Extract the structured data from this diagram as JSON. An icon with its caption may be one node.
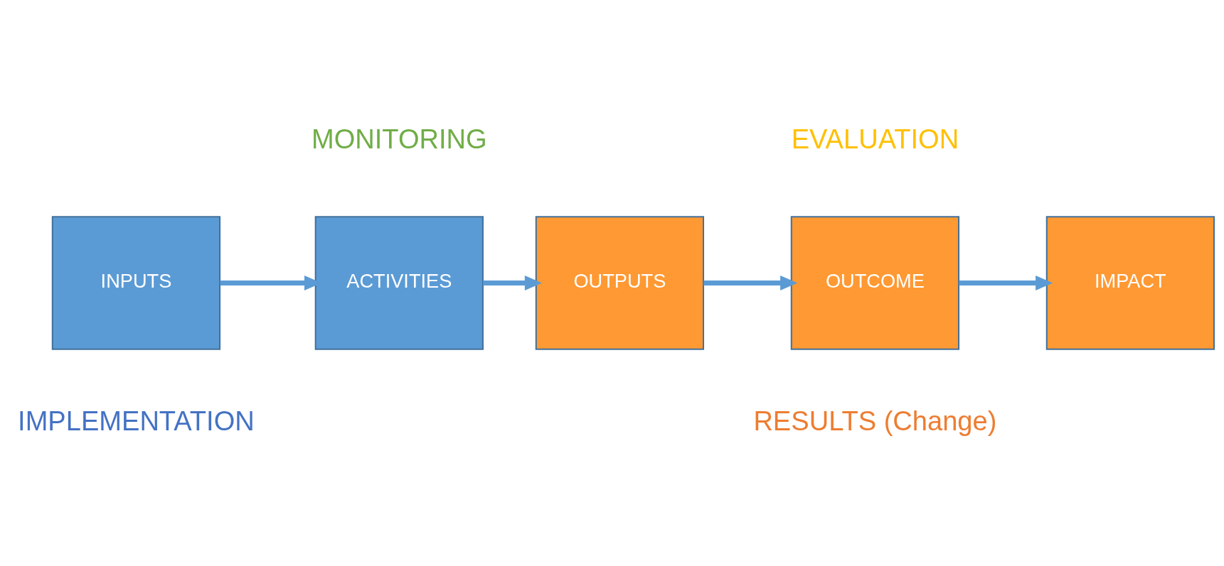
{
  "diagram": {
    "nodes": [
      {
        "text": [
          "INPUTS"
        ]
      },
      {
        "text": [
          "ACTIVITIES"
        ]
      },
      {
        "text": [
          "OUTPUTS"
        ]
      },
      {
        "text": [
          "OUTCOME"
        ]
      },
      {
        "text": [
          "IMPACT"
        ]
      }
    ],
    "edges": [
      {
        "from": 0,
        "to": 1,
        "arrow": "to"
      },
      {
        "from": 1,
        "to": 2,
        "arrow": "to"
      },
      {
        "from": 2,
        "to": 3,
        "arrow": "to"
      },
      {
        "from": 3,
        "to": 4,
        "arrow": "to"
      }
    ],
    "labels": [
      "MONITORING",
      "EVALUATION",
      "IMPLEMENTATION",
      "RESULTS (Change)"
    ]
  }
}
